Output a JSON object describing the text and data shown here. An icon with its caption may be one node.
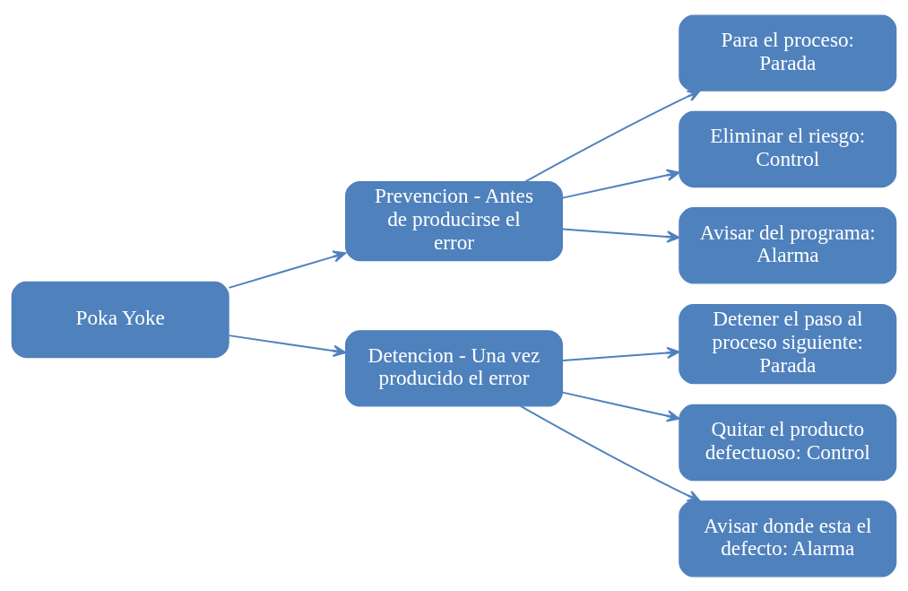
{
  "diagram": {
    "nodes": [
      {
        "text": [
          "Poka Yoke"
        ]
      },
      {
        "text": [
          "Prevencion - Antes de producirse el error"
        ]
      },
      {
        "text": [
          "Detencion - Una vez producido el error"
        ]
      },
      {
        "text": [
          "Para el proceso: Parada"
        ]
      },
      {
        "text": [
          "Eliminar el riesgo: Control"
        ]
      },
      {
        "text": [
          "Avisar del programa: Alarma"
        ]
      },
      {
        "text": [
          "Detener el paso al proceso siguiente: Parada"
        ]
      },
      {
        "text": [
          "Quitar el producto defectuoso: Control"
        ]
      },
      {
        "text": [
          "Avisar donde esta el defecto: Alarma"
        ]
      }
    ],
    "edges": [
      {
        "from": 0,
        "to": 1,
        "arrow": "to"
      },
      {
        "from": 0,
        "to": 2,
        "arrow": "to"
      },
      {
        "from": 1,
        "to": 3,
        "arrow": "to"
      },
      {
        "from": 1,
        "to": 4,
        "arrow": "to"
      },
      {
        "from": 1,
        "to": 5,
        "arrow": "to"
      },
      {
        "from": 2,
        "to": 6,
        "arrow": "to"
      },
      {
        "from": 2,
        "to": 7,
        "arrow": "to"
      },
      {
        "from": 2,
        "to": 8,
        "arrow": "to"
      }
    ]
  }
}
